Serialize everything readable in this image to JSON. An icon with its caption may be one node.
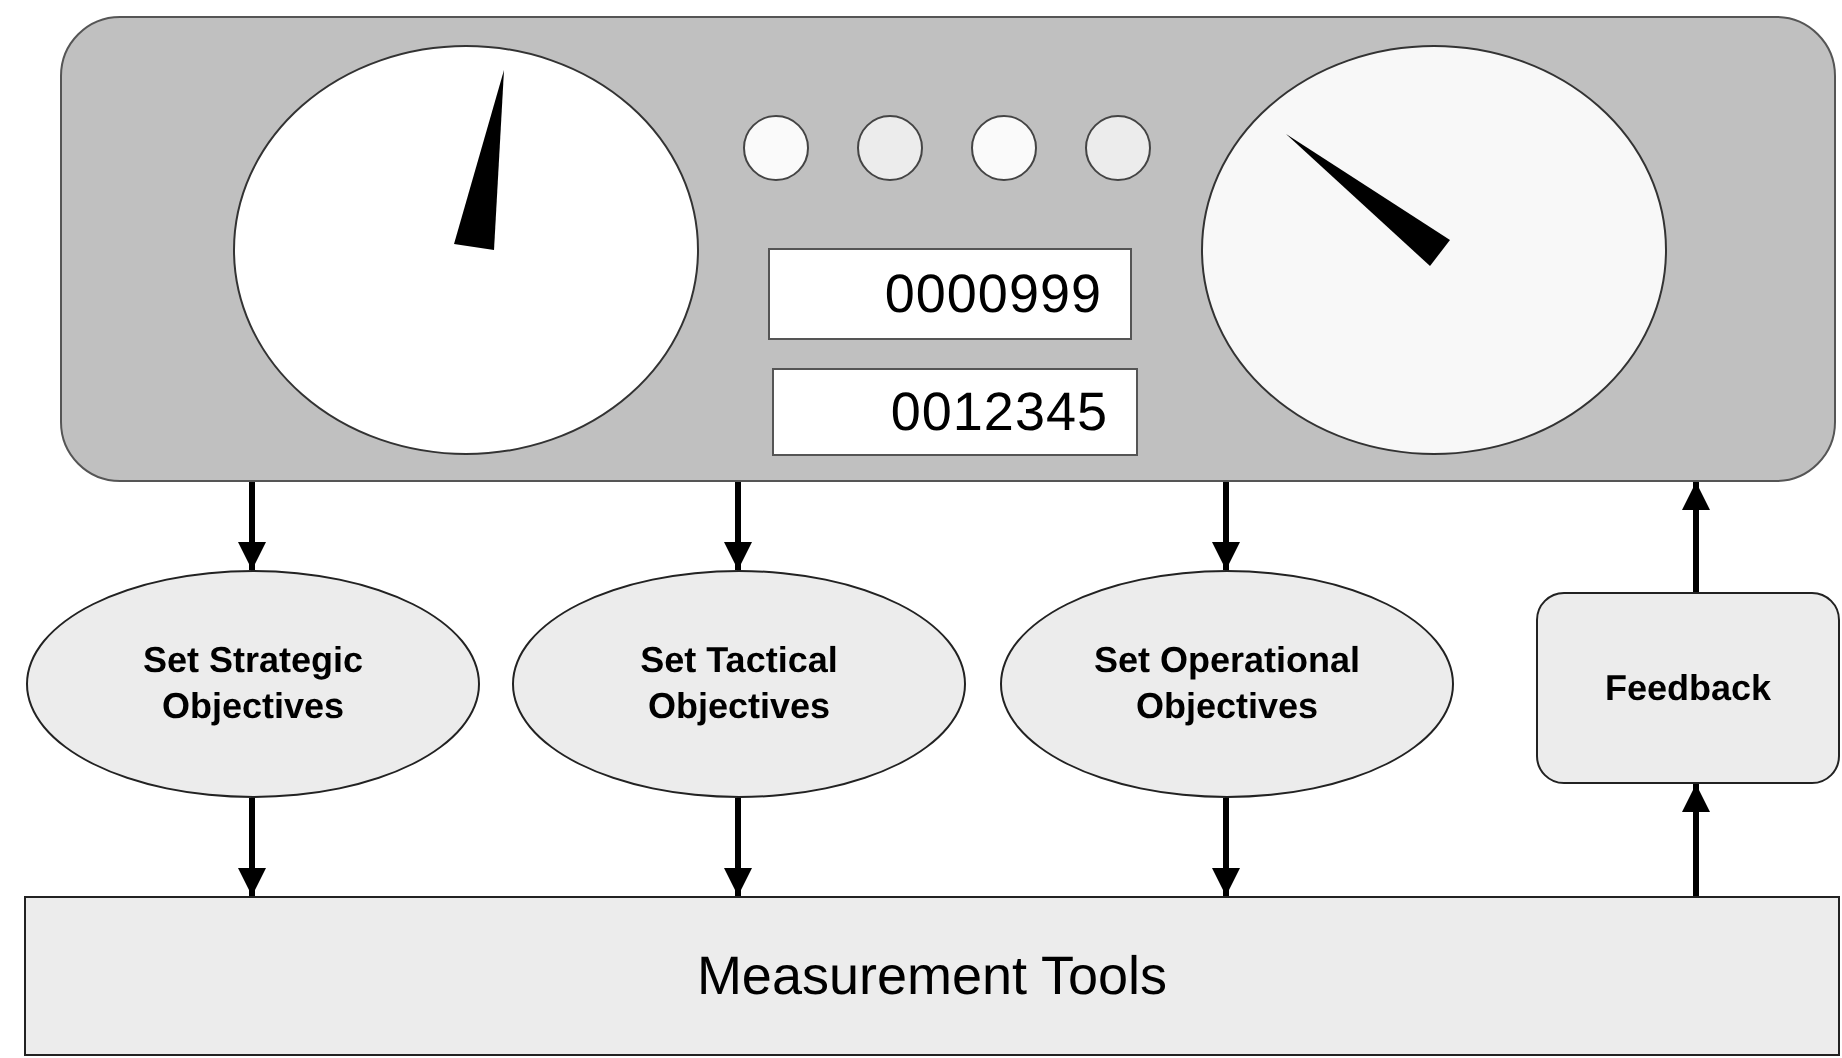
{
  "diagram": {
    "nodes": [
      {
        "text": [],
        "shape": "box"
      },
      {
        "text": [
          "0000999"
        ],
        "in": 0
      },
      {
        "text": [
          "0012345"
        ],
        "in": 0
      },
      {
        "text": [
          "Set Strategic Objectives"
        ]
      },
      {
        "text": [
          "Set Tactical Objectives"
        ]
      },
      {
        "text": [
          "Set Operational Objectives"
        ]
      },
      {
        "text": [
          "Feedback"
        ]
      },
      {
        "text": [
          "Measurement Tools"
        ]
      }
    ],
    "edges": [
      {
        "from": 0,
        "to": 3,
        "arrow": "to"
      },
      {
        "from": 0,
        "to": 4,
        "arrow": "to"
      },
      {
        "from": 0,
        "to": 5,
        "arrow": "to"
      },
      {
        "from": 3,
        "to": 7,
        "arrow": "to"
      },
      {
        "from": 4,
        "to": 7,
        "arrow": "to"
      },
      {
        "from": 5,
        "to": 7,
        "arrow": "to"
      },
      {
        "from": 7,
        "to": 6,
        "arrow": "to"
      },
      {
        "from": 6,
        "to": 0,
        "arrow": "to"
      }
    ]
  }
}
